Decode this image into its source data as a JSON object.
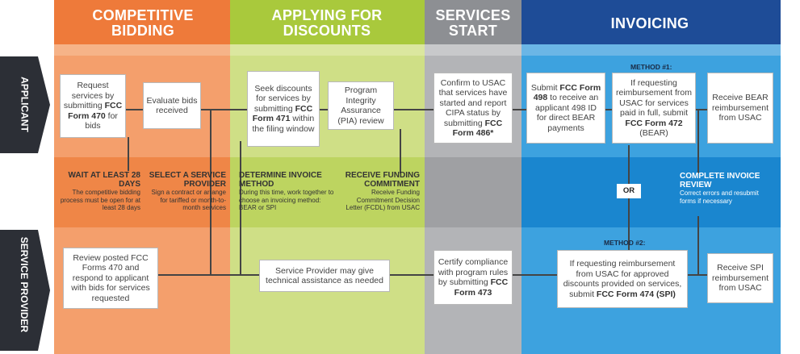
{
  "colors": {
    "competitive": "#ee7a3a",
    "applying": "#a9c93c",
    "services": "#8d8f93",
    "invoicing": "#1e4c97",
    "side_label": "#2c2f36"
  },
  "headers": {
    "competitive": "COMPETITIVE BIDDING",
    "applying": "APPLYING FOR DISCOUNTS",
    "services": "SERVICES START",
    "invoicing": "INVOICING"
  },
  "rows": {
    "applicant": "APPLICANT",
    "service_provider": "SERVICE PROVIDER"
  },
  "applicant_boxes": {
    "request_pre": "Request services by submitting ",
    "request_form": "FCC Form 470",
    "request_post": " for bids",
    "evaluate": "Evaluate bids received",
    "seek_pre": "Seek discounts for services by submitting ",
    "seek_form": "FCC Form 471",
    "seek_post": " within the filing window",
    "pia": "Program Integrity Assurance (PIA) review",
    "confirm_pre": "Confirm to USAC that services have started and report CIPA status by submitting ",
    "confirm_form": "FCC Form 486*",
    "submit498_pre": "Submit ",
    "submit498_form": "FCC Form 498",
    "submit498_post": " to receive an applicant 498 ID for direct BEAR payments",
    "method1_pre": "If requesting reimbursement from USAC for services paid in full, submit ",
    "method1_form": "FCC Form 472",
    "method1_post": " (BEAR)",
    "receive_bear": "Receive BEAR reimbursement from USAC"
  },
  "middle_labels": {
    "wait_title": "WAIT AT LEAST 28 DAYS",
    "wait_body": "The competitive bidding process must be open for at least 28 days",
    "select_title": "SELECT A SERVICE PROVIDER",
    "select_body": "Sign a contract or arrange for tariffed or month-to-month services",
    "determine_title": "DETERMINE INVOICE METHOD",
    "determine_body": "During this time, work together to choose an invoicing method: BEAR or SPI",
    "funding_title": "RECEIVE FUNDING COMMITMENT",
    "funding_body": "Receive Funding Commitment Decision Letter (FCDL) from USAC",
    "complete_title": "COMPLETE INVOICE REVIEW",
    "complete_body": "Correct errors and resubmit forms if necessary",
    "or": "OR",
    "method1_label": "METHOD #1:",
    "method2_label": "METHOD #2:"
  },
  "provider_boxes": {
    "review": "Review posted FCC Forms 470 and respond to applicant with bids for services requested",
    "assist": "Service Provider may give technical assistance as needed",
    "certify_pre": "Certify compliance with program rules by submitting ",
    "certify_form": "FCC Form 473",
    "method2_pre": "If requesting reimbursement from USAC for approved discounts provided on services, submit ",
    "method2_form": "FCC Form 474 (SPI)",
    "receive_spi": "Receive SPI reimbursement from USAC"
  }
}
